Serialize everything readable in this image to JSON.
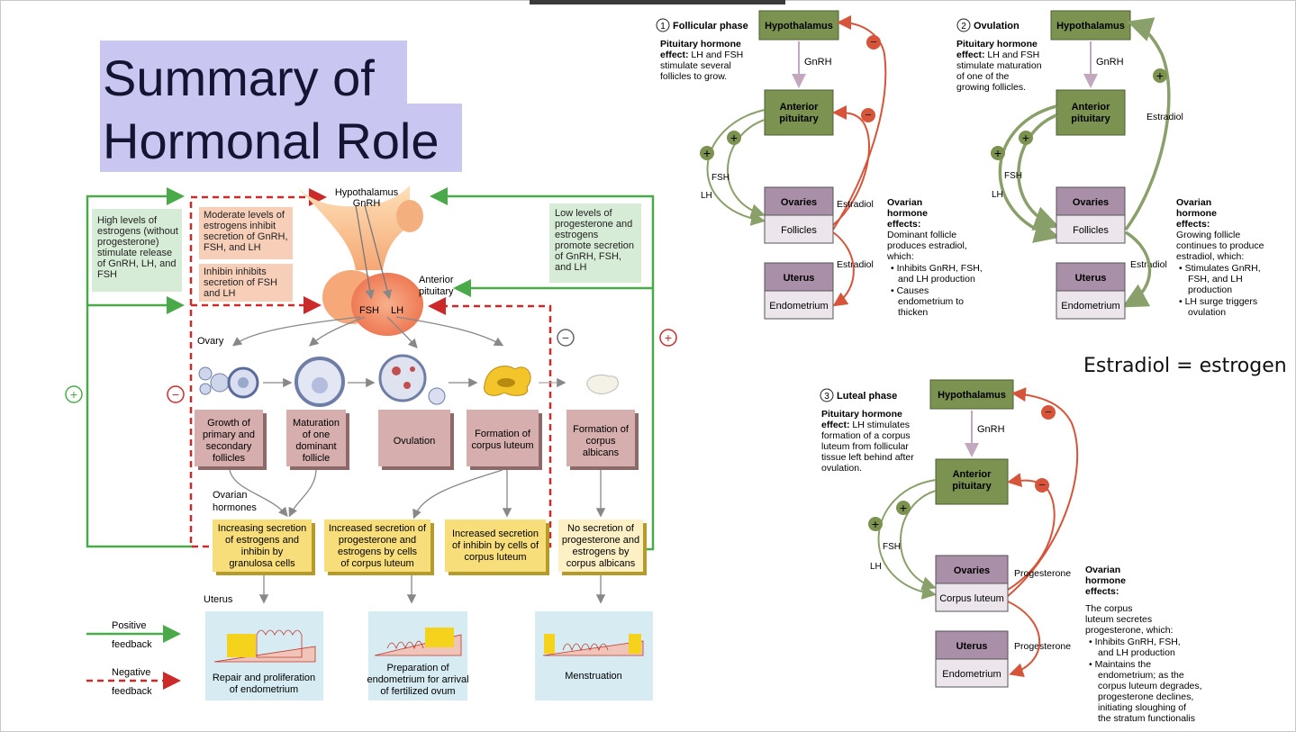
{
  "slide": {
    "title_line1": "Summary of",
    "title_line2": "Hormonal Role",
    "estradiol_note": "Estradiol = estrogen"
  },
  "left_diagram": {
    "hypothalamus": "Hypothalamus",
    "gnrh": "GnRH",
    "anterior_pituitary": "Anterior\npituitary",
    "fsh": "FSH",
    "lh": "LH",
    "ovary": "Ovary",
    "box_high_estrogen": "High levels of estrogens (without progesterone) stimulate release of GnRH, LH, and FSH",
    "box_moderate_estrogen": "Moderate levels of estrogens inhibit secretion of GnRH, FSH, and LH",
    "box_inhibin": "Inhibin inhibits secretion of FSH and LH",
    "box_low_progesterone": "Low levels of progesterone and estrogens promote secretion of GnRH, FSH, and LH",
    "stages": [
      "Growth of primary and secondary follicles",
      "Maturation of one dominant follicle",
      "Ovulation",
      "Formation of corpus luteum",
      "Formation of corpus albicans"
    ],
    "ovarian_hormones": "Ovarian hormones",
    "secretions": [
      "Increasing secretion of estrogens and inhibin by granulosa cells",
      "Increased secretion of progesterone and estrogens by cells of corpus luteum",
      "Increased secretion of inhibin by cells of corpus luteum",
      "No secretion of progesterone and estrogens by corpus albicans"
    ],
    "uterus": "Uterus",
    "uterus_states": [
      "Repair and proliferation of endometrium",
      "Preparation of endometrium for arrival of fertilized ovum",
      "Menstruation"
    ],
    "legend_positive": "Positive",
    "legend_positive2": "feedback",
    "legend_negative": "Negative",
    "legend_negative2": "feedback",
    "sign_plus": "+",
    "sign_minus": "−"
  },
  "phase1": {
    "number": "1",
    "title": "Follicular phase",
    "pituitary_effect_bold": "Pituitary hormone effect:",
    "pituitary_effect": "LH and FSH stimulate several follicles to grow.",
    "hypothalamus": "Hypothalamus",
    "gnrh": "GnRH",
    "anterior_pituitary": "Anterior pituitary",
    "fsh": "FSH",
    "lh": "LH",
    "ovaries": "Ovaries",
    "follicles": "Follicles",
    "uterus": "Uterus",
    "endometrium": "Endometrium",
    "estradiol1": "Estradiol",
    "estradiol2": "Estradiol",
    "ovarian_effects_title": "Ovarian hormone effects:",
    "ovarian_effects_intro": "Dominant follicle produces estradiol, which:",
    "bullets": [
      "Inhibits GnRH, FSH, and LH production",
      "Causes endometrium to thicken"
    ]
  },
  "phase2": {
    "number": "2",
    "title": "Ovulation",
    "pituitary_effect_bold": "Pituitary hormone effect:",
    "pituitary_effect": "LH and FSH stimulate maturation of one of the growing follicles.",
    "hypothalamus": "Hypothalamus",
    "gnrh": "GnRH",
    "anterior_pituitary": "Anterior pituitary",
    "fsh": "FSH",
    "lh": "LH",
    "estradiol_up": "Estradiol",
    "ovaries": "Ovaries",
    "follicles": "Follicles",
    "uterus": "Uterus",
    "endometrium": "Endometrium",
    "estradiol2": "Estradiol",
    "ovarian_effects_title": "Ovarian hormone effects:",
    "ovarian_effects_intro": "Growing follicle continues to produce estradiol, which:",
    "bullets": [
      "Stimulates GnRH, FSH, and LH production",
      "LH surge triggers ovulation"
    ]
  },
  "phase3": {
    "number": "3",
    "title": "Luteal phase",
    "pituitary_effect_bold": "Pituitary hormone effect:",
    "pituitary_effect": "LH stimulates formation of a corpus luteum from follicular tissue left behind after ovulation.",
    "hypothalamus": "Hypothalamus",
    "gnrh": "GnRH",
    "anterior_pituitary": "Anterior pituitary",
    "fsh": "FSH",
    "lh": "LH",
    "ovaries": "Ovaries",
    "corpus_luteum": "Corpus luteum",
    "uterus": "Uterus",
    "endometrium": "Endometrium",
    "progesterone1": "Progesterone",
    "progesterone2": "Progesterone",
    "ovarian_effects_title": "Ovarian hormone effects:",
    "ovarian_effects_intro": "The corpus luteum secretes progesterone, which:",
    "bullets": [
      "Inhibits GnRH, FSH, and LH production",
      "Maintains the endometrium; as the corpus luteum degrades, progesterone declines, initiating sloughing of the stratum functionalis"
    ]
  },
  "colors": {
    "green_box": "#7b9250",
    "mauve_box": "#a990a8",
    "pale_box": "#ece6ec",
    "pos_green": "#4aaa4a",
    "neg_red": "#cc2a2a",
    "inhib_orange": "#d6553a",
    "title_highlight": "#c9c6f2"
  }
}
